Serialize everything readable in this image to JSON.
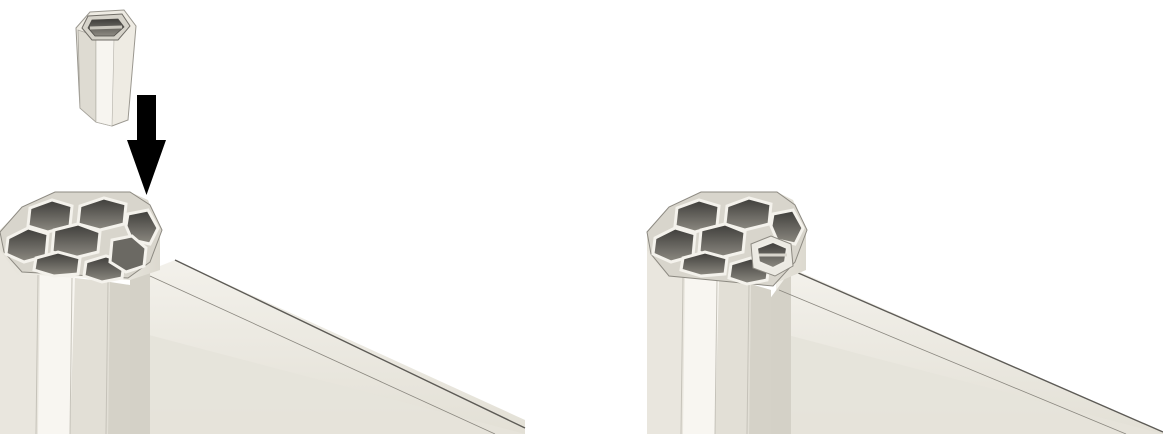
{
  "figure": {
    "panels": [
      {
        "id": "before",
        "state": "insert piece above post, arrow pointing down"
      },
      {
        "id": "after",
        "state": "insert piece seated in post"
      }
    ],
    "colors": {
      "background": "#ffffff",
      "profile_white": "#f2f0ea",
      "profile_shade": "#d9d6cc",
      "profile_dark": "#8f8c84",
      "cell_interior": "#5c5a55",
      "outline": "#3a3a38",
      "arrow": "#000000"
    },
    "icons": [
      "down-arrow-icon"
    ]
  }
}
